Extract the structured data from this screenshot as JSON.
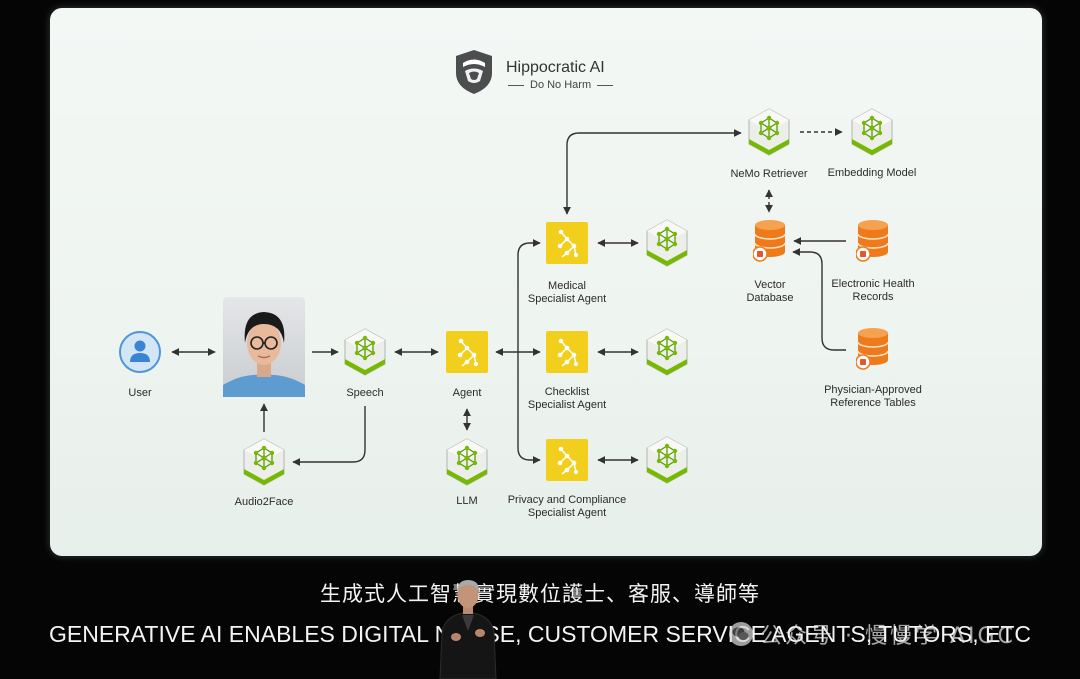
{
  "slide": {
    "logo": {
      "icon": "hippocratic-shield-icon",
      "name": "Hippocratic AI",
      "tagline": "Do No Harm"
    },
    "nodes": {
      "user": {
        "icon": "user-icon",
        "label": "User"
      },
      "avatar": {
        "icon": "avatar-photo-icon"
      },
      "speech": {
        "icon": "nim-cube-icon",
        "label": "Speech"
      },
      "audio2face": {
        "icon": "nim-cube-icon",
        "label": "Audio2Face"
      },
      "agent": {
        "icon": "agent-graph-icon",
        "label": "Agent"
      },
      "llm": {
        "icon": "nim-cube-icon",
        "label": "LLM"
      },
      "medical_agent": {
        "icon": "agent-graph-icon",
        "label_lines": [
          "Medical",
          "Specialist Agent"
        ]
      },
      "medical_model": {
        "icon": "nim-cube-icon"
      },
      "checklist_agent": {
        "icon": "agent-graph-icon",
        "label_lines": [
          "Checklist",
          "Specialist Agent"
        ]
      },
      "checklist_model": {
        "icon": "nim-cube-icon"
      },
      "privacy_agent": {
        "icon": "agent-graph-icon",
        "label_lines": [
          "Privacy and Compliance",
          "Specialist Agent"
        ]
      },
      "privacy_model": {
        "icon": "nim-cube-icon"
      },
      "nemo_retriever": {
        "icon": "nim-cube-icon",
        "label": "NeMo Retriever"
      },
      "embedding_model": {
        "icon": "nim-cube-icon",
        "label": "Embedding Model"
      },
      "vector_database": {
        "icon": "database-icon",
        "label_lines": [
          "Vector",
          "Database"
        ]
      },
      "electronic_health_records": {
        "icon": "database-icon",
        "label_lines": [
          "Electronic Health",
          "Records"
        ]
      },
      "reference_tables": {
        "icon": "database-icon",
        "label_lines": [
          "Physician-Approved",
          "Reference Tables"
        ]
      }
    }
  },
  "caption": {
    "zh": "生成式人工智慧實現數位護士、客服、導師等",
    "en": "GENERATIVE AI ENABLES DIGITAL NURSE, CUSTOMER SERVICE AGENTS, TUTORS, ETC"
  },
  "watermark": {
    "icon": "wechat-icon",
    "text": "公众号 · 慢慢学 AIGC"
  },
  "colors": {
    "stage_bg": "#050505",
    "slide_bg": "#eef4f0",
    "label_text": "#2b2b2b",
    "caption_text": "#f4f4f4",
    "nvidia_green": "#76b900",
    "agent_yellow": "#f2cf1d",
    "database_orange": "#ee7a1c",
    "user_blue": "#3c84d3"
  }
}
